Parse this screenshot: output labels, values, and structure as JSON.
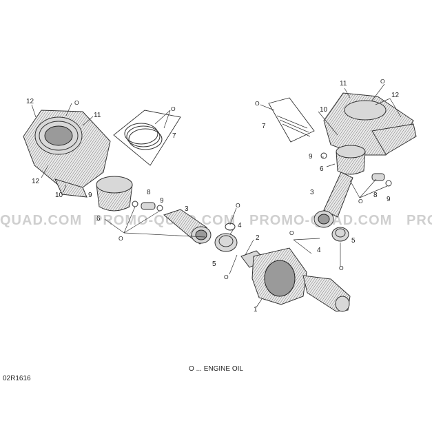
{
  "watermark": {
    "text": "PROMO-QUAD.COM",
    "left_fragment": "QUAD.COM",
    "right_fragment": "PRO"
  },
  "callouts": {
    "c1": "1",
    "c2": "2",
    "c3a": "3",
    "c3b": "3",
    "c4a": "4",
    "c4b": "4",
    "c5a": "5",
    "c5b": "5",
    "c6a": "6",
    "c6b": "6",
    "c7a": "7",
    "c7b": "7",
    "c8a": "8",
    "c8b": "8",
    "c9a": "9",
    "c9b": "9",
    "c9c": "9",
    "c9d": "9",
    "c10a": "10",
    "c10b": "10",
    "c11a": "11",
    "c11b": "11",
    "c12a": "12",
    "c12b": "12",
    "c12c": "12"
  },
  "oil_mark": "O",
  "legend": {
    "symbol": "O",
    "text": "... ENGINE OIL"
  },
  "reference": "02R1616"
}
